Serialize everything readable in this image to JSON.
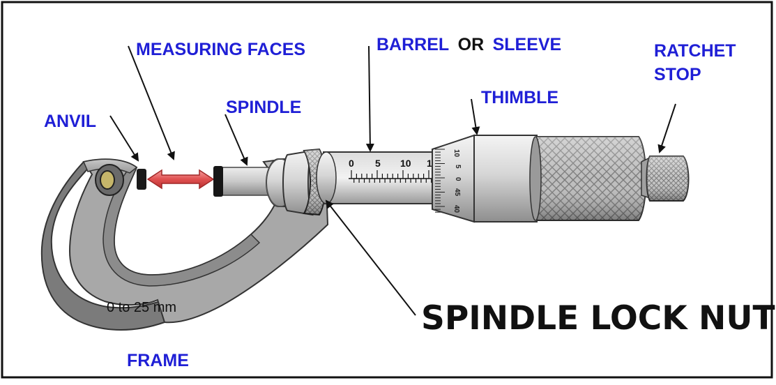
{
  "labels": {
    "measuring_faces": "MEASURING FACES",
    "barrel": "BARREL",
    "or": "OR",
    "sleeve": "SLEEVE",
    "ratchet": "RATCHET",
    "stop": "STOP",
    "thimble": "THIMBLE",
    "spindle": "SPINDLE",
    "anvil": "ANVIL",
    "frame": "FRAME",
    "range": "0 to 25 mm",
    "spindle_lock_nut": "SPINDLE LOCK NUT"
  },
  "sleeve_scale": [
    "0",
    "5",
    "10",
    "1"
  ],
  "thimble_scale": [
    "10",
    "5",
    "0",
    "45",
    "40"
  ],
  "colors": {
    "label_blue": "#1f1fd6",
    "arrow_red": "#e05050",
    "frame_gray": "#9a9a9a",
    "metal_light": "#d8d8d8"
  },
  "icons": {
    "dimension_arrow": "double-headed-arrow-icon",
    "leader_arrow": "arrow-icon"
  }
}
